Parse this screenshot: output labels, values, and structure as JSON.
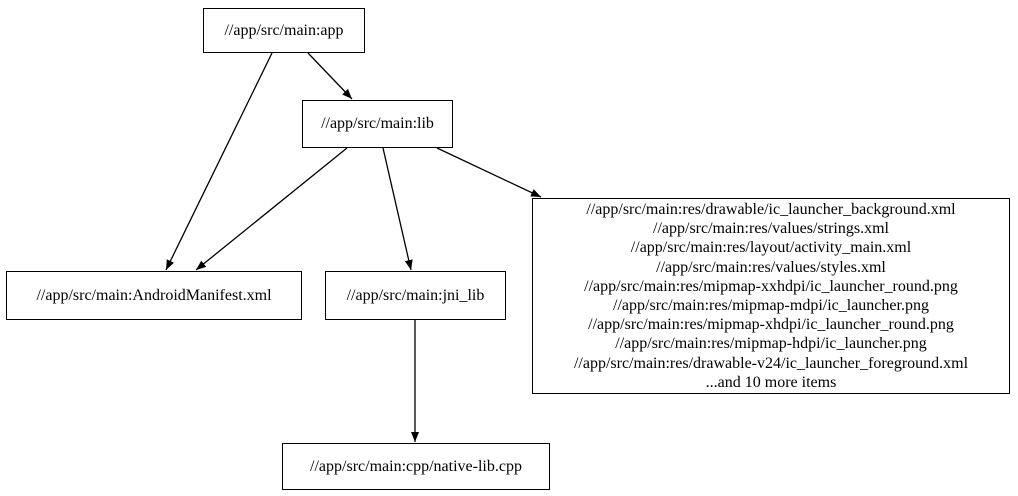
{
  "graph": {
    "background_color": "#ffffff",
    "stroke_color": "#000000",
    "text_color": "#000000",
    "nodes": {
      "app": {
        "label": "//app/src/main:app"
      },
      "lib": {
        "label": "//app/src/main:lib"
      },
      "manifest": {
        "label": "//app/src/main:AndroidManifest.xml"
      },
      "jni_lib": {
        "label": "//app/src/main:jni_lib"
      },
      "res": {
        "lines": [
          "//app/src/main:res/drawable/ic_launcher_background.xml",
          "//app/src/main:res/values/strings.xml",
          "//app/src/main:res/layout/activity_main.xml",
          "//app/src/main:res/values/styles.xml",
          "//app/src/main:res/mipmap-xxhdpi/ic_launcher_round.png",
          "//app/src/main:res/mipmap-mdpi/ic_launcher.png",
          "//app/src/main:res/mipmap-xhdpi/ic_launcher_round.png",
          "//app/src/main:res/mipmap-hdpi/ic_launcher.png",
          "//app/src/main:res/drawable-v24/ic_launcher_foreground.xml",
          "...and 10 more items"
        ]
      },
      "native_lib": {
        "label": "//app/src/main:cpp/native-lib.cpp"
      }
    },
    "edges": [
      {
        "from": "app",
        "to": "manifest"
      },
      {
        "from": "app",
        "to": "lib"
      },
      {
        "from": "lib",
        "to": "manifest"
      },
      {
        "from": "lib",
        "to": "jni_lib"
      },
      {
        "from": "lib",
        "to": "res"
      },
      {
        "from": "jni_lib",
        "to": "native_lib"
      }
    ]
  }
}
